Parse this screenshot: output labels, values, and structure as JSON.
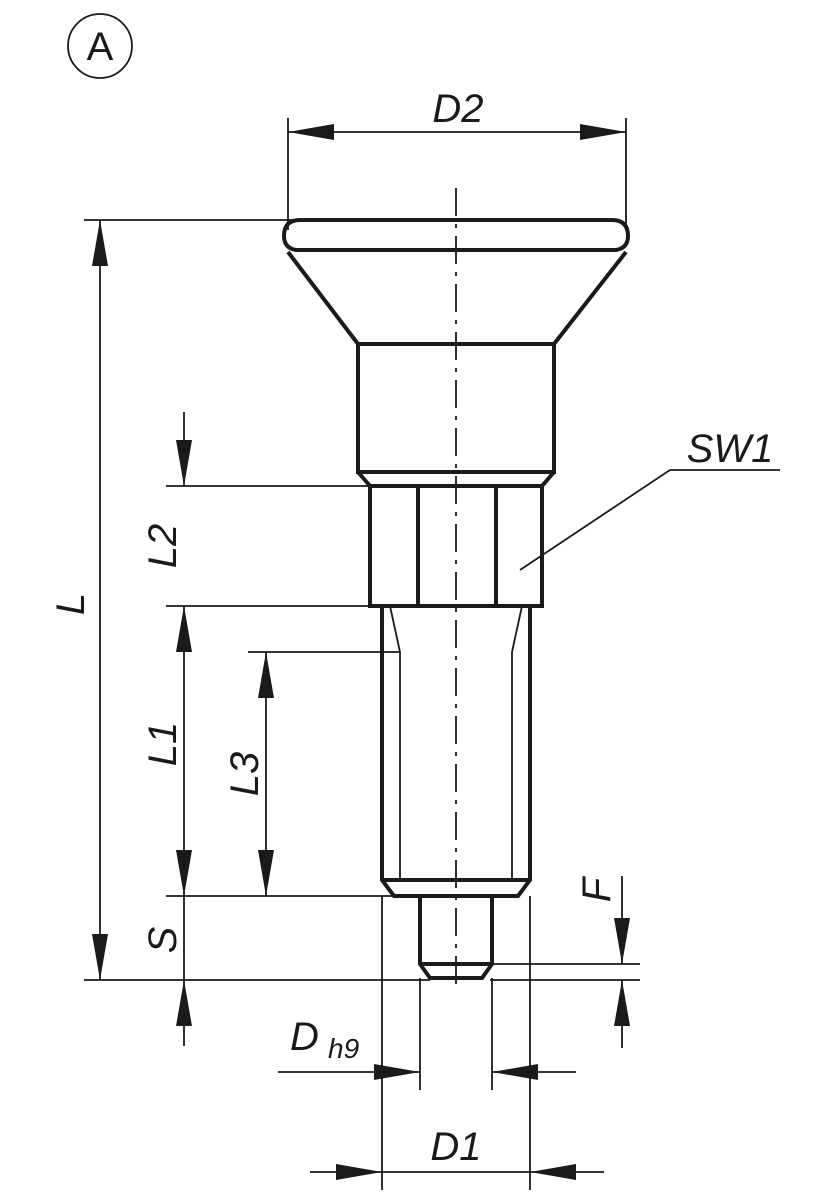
{
  "view_marker": "A",
  "dimensions": {
    "D2": "D2",
    "L": "L",
    "SW1": "SW1",
    "L2": "L2",
    "L1": "L1",
    "L3": "L3",
    "S": "S",
    "F": "F",
    "D": "D",
    "D_subscript": "h9",
    "D1": "D1"
  },
  "colors": {
    "line": "#1a1a1a",
    "background": "#ffffff"
  }
}
